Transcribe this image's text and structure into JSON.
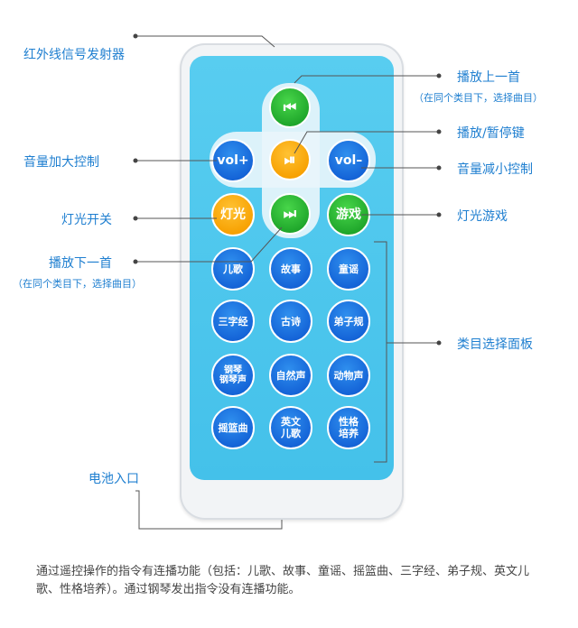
{
  "labels": {
    "ir_emitter": "红外线信号发射器",
    "prev": "播放上一首",
    "prev_sub": "（在同个类目下，选择曲目）",
    "play_pause": "播放/暂停键",
    "vol_up": "音量加大控制",
    "vol_down": "音量减小控制",
    "light_switch": "灯光开关",
    "light_game": "灯光游戏",
    "next": "播放下一首",
    "next_sub": "（在同个类目下，选择曲目）",
    "category_panel": "类目选择面板",
    "battery": "电池入口"
  },
  "buttons": {
    "prev_icon": "previous-track-icon",
    "play_icon": "play-pause-icon",
    "next_icon": "next-track-icon",
    "vol_plus": "vol+",
    "vol_minus": "vol–",
    "light": "灯光",
    "game": "游戏",
    "grid": [
      [
        "儿歌",
        "故事",
        "童谣"
      ],
      [
        "三字经",
        "古诗",
        "弟子规"
      ],
      [
        "钢琴声",
        "自然声",
        "动物声"
      ],
      [
        "摇篮曲",
        "英文儿歌",
        "性格培养"
      ]
    ],
    "piano_line1": "钢琴",
    "piano_line2": "钢琴声",
    "english_line1": "英文",
    "english_line2": "儿歌",
    "trait_line1": "性格",
    "trait_line2": "培养"
  },
  "colors": {
    "label_blue": "#1f7fd0",
    "remote_face": "#4cc7ec",
    "button_blue": "#1565d8",
    "button_green": "#1ea52a",
    "button_orange": "#f7a000"
  },
  "footer": "通过遥控操作的指令有连播功能（包括：儿歌、故事、童谣、摇篮曲、三字经、弟子规、英文儿歌、性格培养）。通过钢琴发出指令没有连播功能。"
}
